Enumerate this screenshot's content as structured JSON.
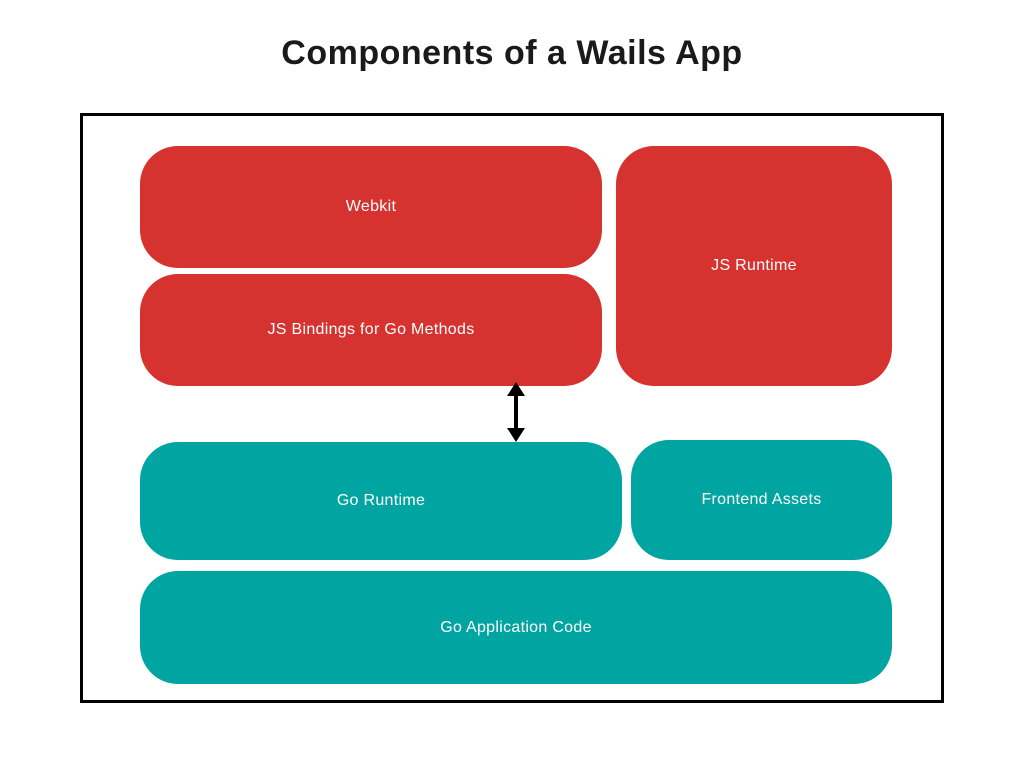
{
  "title": "Components of a Wails App",
  "colors": {
    "red": "#d63230",
    "teal": "#00a4a0",
    "box_text": "#ffffff",
    "frame_border": "#000000",
    "title_text": "#1a1a1a",
    "arrow": "#000000"
  },
  "boxes": {
    "webkit": {
      "label": "Webkit",
      "color_role": "red"
    },
    "js_bindings": {
      "label": "JS Bindings for Go Methods",
      "color_role": "red"
    },
    "js_runtime": {
      "label": "JS Runtime",
      "color_role": "red"
    },
    "go_runtime": {
      "label": "Go Runtime",
      "color_role": "teal"
    },
    "frontend_assets": {
      "label": "Frontend Assets",
      "color_role": "teal"
    },
    "go_app_code": {
      "label": "Go Application Code",
      "color_role": "teal"
    }
  },
  "connections": [
    {
      "from": "js_bindings",
      "to": "go_runtime",
      "type": "bidirectional-arrow"
    }
  ]
}
